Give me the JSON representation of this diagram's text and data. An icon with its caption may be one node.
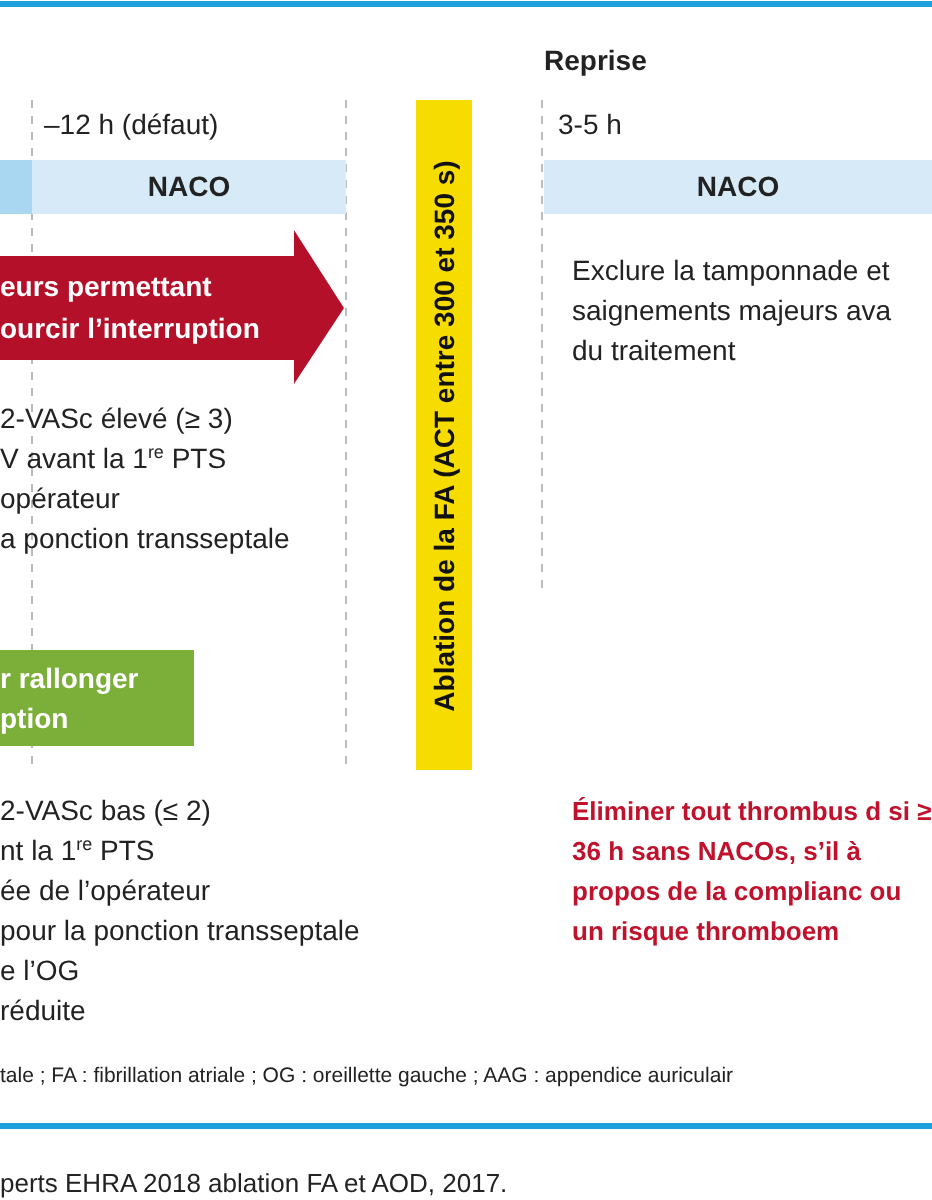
{
  "diagram": {
    "nodes": [
      {
        "text": [
          "Ablation de la FA (ACT entre 300 et 350 s)"
        ]
      },
      {
        "text": [],
        "shape": "bar"
      },
      {
        "text": [
          "NACO"
        ]
      },
      {
        "text": [
          "NACO"
        ]
      },
      {
        "text": [
          "eurs permettant ourcir l’interruption"
        ]
      },
      {
        "text": [
          "r rallonger ption"
        ]
      }
    ],
    "edges": [],
    "labels": [
      "Reprise",
      "–12 h (défaut)",
      "3-5 h",
      "Exclure la tamponnade et saignements majeurs ava du traitement",
      "2-VASc élevé (≥ 3)",
      "V avant la 1$^{re}$ PTS",
      "opérateur",
      "a ponction transseptale",
      "2-VASc bas (≤ 2)",
      "nt la 1$^{re}$ PTS",
      "ée de l’opérateur",
      "pour la ponction transseptale",
      "e l’OG",
      "réduite",
      "Éliminer tout thrombus d si ≥ 36 h sans NACOs, s’il à propos de la complianc ou un risque thromboem",
      "tale ; FA : fibrillation atriale ; OG : oreillette gauche ; AAG : appendice auriculair",
      "perts EHRA 2018 ablation FA et AOD, 2017."
    ]
  }
}
